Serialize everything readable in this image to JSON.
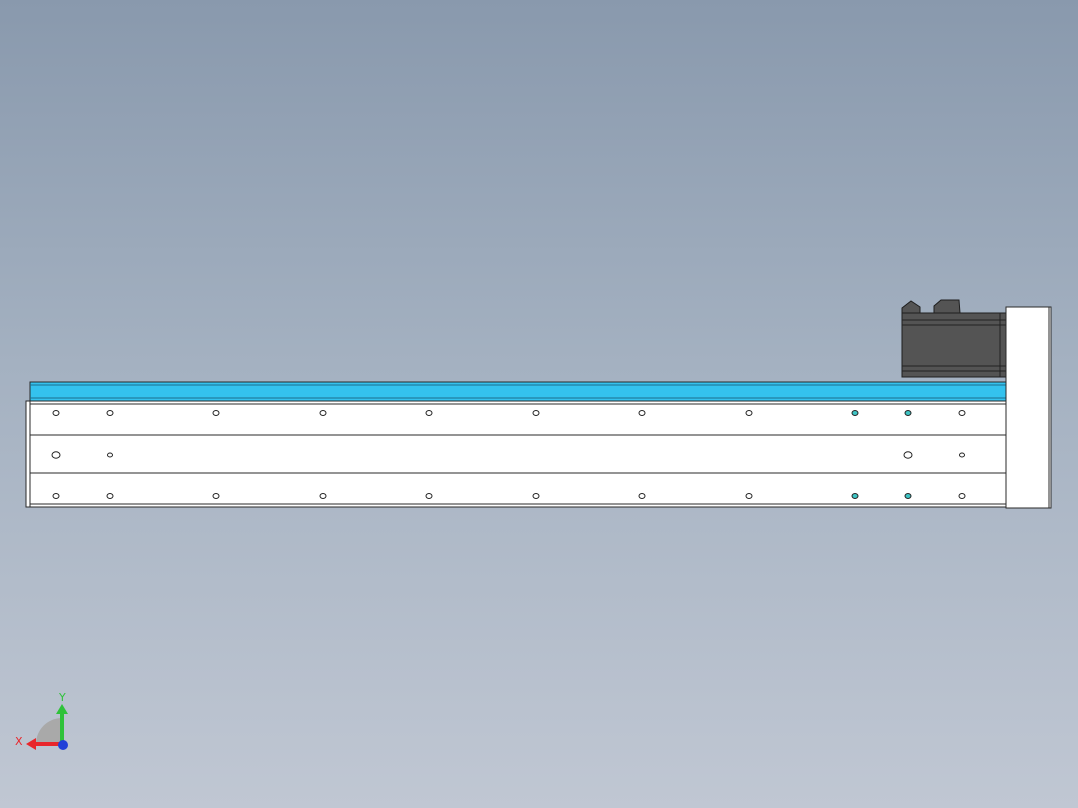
{
  "triad": {
    "x_label": "X",
    "y_label": "Y",
    "x_color": "#e8262b",
    "y_color": "#2fc23a",
    "z_color": "#2140d8"
  },
  "colors": {
    "rail": "#34c2ee",
    "body": "#ffffff",
    "outline": "#2a2a2a",
    "motor": "#545454",
    "highlight_hole": "#3ec4c4"
  },
  "holes": {
    "top_row_count": 11,
    "middle_row_count": 4,
    "bottom_row_count": 11,
    "highlighted_per_row": 2
  }
}
